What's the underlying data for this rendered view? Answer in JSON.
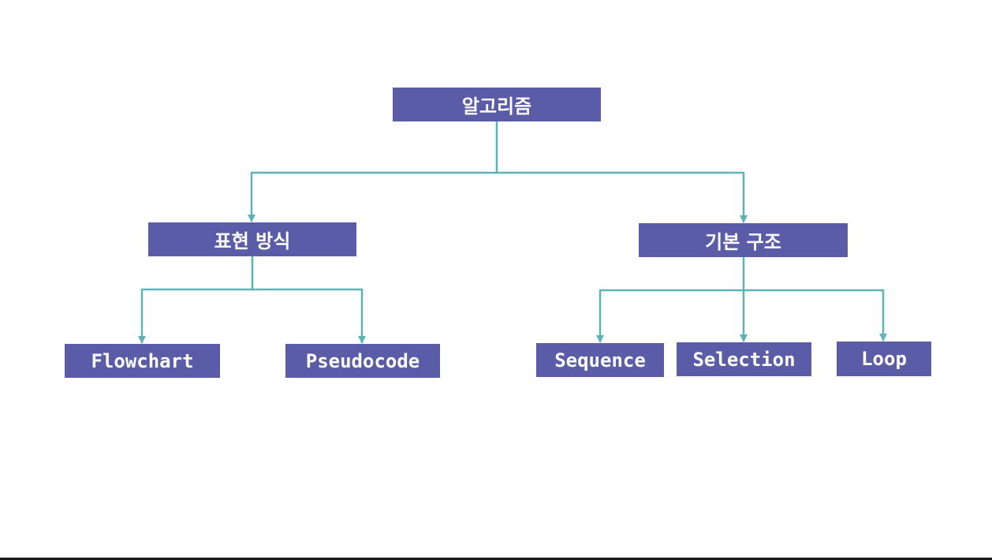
{
  "colors": {
    "node_fill": "#5a5ca7",
    "node_text": "#ffffff",
    "connector": "#5fb3b8",
    "background": "#ffffff"
  },
  "nodes": {
    "root": "알고리즘",
    "representation": "표현 방식",
    "basic_structure": "기본 구조",
    "flowchart": "Flowchart",
    "pseudocode": "Pseudocode",
    "sequence": "Sequence",
    "selection": "Selection",
    "loop": "Loop"
  },
  "edges": [
    [
      "root",
      "representation"
    ],
    [
      "root",
      "basic_structure"
    ],
    [
      "representation",
      "flowchart"
    ],
    [
      "representation",
      "pseudocode"
    ],
    [
      "basic_structure",
      "sequence"
    ],
    [
      "basic_structure",
      "selection"
    ],
    [
      "basic_structure",
      "loop"
    ]
  ]
}
